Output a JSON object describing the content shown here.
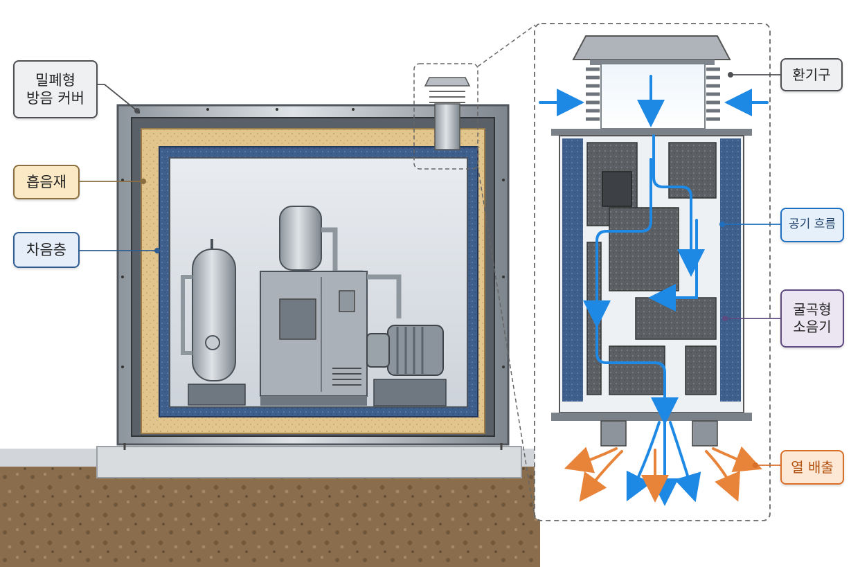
{
  "labels": {
    "sealed_cover": "밀폐형\n방음 커버",
    "absorber": "흡음재",
    "blocking_layer": "차음층",
    "vent": "환기구",
    "air_flow": "공기 흐름",
    "muffler": "굴곡형\n소음기",
    "heat_exhaust": "열 배출"
  },
  "colors": {
    "cover_frame": "#8f969d",
    "absorber": "#e2c48d",
    "blocking_layer": "#3e5f8c",
    "air_flow": "#1e88e5",
    "heat_flow": "#e8833a",
    "soil": "#8a6d4c",
    "slab": "#d9dcdf"
  },
  "icons": [
    "blower-vent-icon",
    "air-flow-arrow-icon",
    "heat-flow-arrow-icon"
  ]
}
